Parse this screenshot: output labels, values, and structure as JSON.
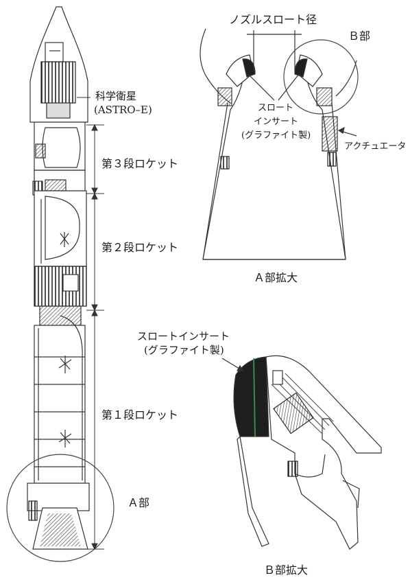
{
  "colors": {
    "ink": "#1a1a1a",
    "line": "#333333",
    "fill_dark": "#1f1f1f",
    "accent_green": "#3b8a4e",
    "background": "#ffffff"
  },
  "rocket": {
    "satellite_label": "科学衛星",
    "satellite_sub": "(ASTRO–E)",
    "stage3_label": "第３段ロケット",
    "stage2_label": "第２段ロケット",
    "stage1_label": "第１段ロケット",
    "part_a_label": "Ａ部"
  },
  "detail_a": {
    "throat_diameter_label": "ノズルスロート径",
    "part_b_label": "Ｂ部",
    "throat_insert_line1": "スロート",
    "throat_insert_line2": "インサート",
    "throat_insert_line3": "(グラファイト製)",
    "actuator_label": "アクチュエータ",
    "caption": "Ａ部拡大"
  },
  "detail_b": {
    "insert_line1": "スロートインサート",
    "insert_line2": "(グラファイト製)",
    "caption": "Ｂ部拡大"
  }
}
